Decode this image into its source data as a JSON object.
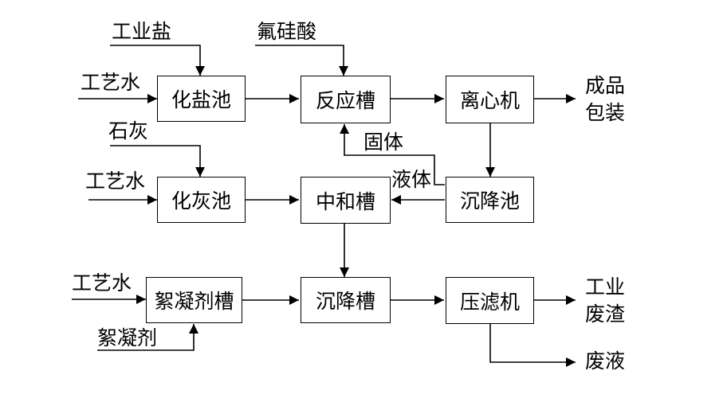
{
  "boxes": {
    "huayanchi": "化盐池",
    "fanyingcao": "反应槽",
    "lixinji": "离心机",
    "huahuichi": "化灰池",
    "zhonghecao": "中和槽",
    "chenjiangchi": "沉降池",
    "xuningjicao": "絮凝剂槽",
    "chenjiangcao": "沉降槽",
    "yalvji": "压滤机"
  },
  "labels": {
    "gongyeyan": "工业盐",
    "fuguisuan": "氟硅酸",
    "gongyishui_1": "工艺水",
    "shihui": "石灰",
    "gongyishui_2": "工艺水",
    "gongyishui_3": "工艺水",
    "xuningji": "絮凝剂",
    "guti": "固体",
    "yeti": "液体",
    "chengpin_1": "成品",
    "chengpin_2": "包装",
    "gongyezha_1": "工业",
    "gongyezha_2": "废渣",
    "feiye": "废液"
  }
}
